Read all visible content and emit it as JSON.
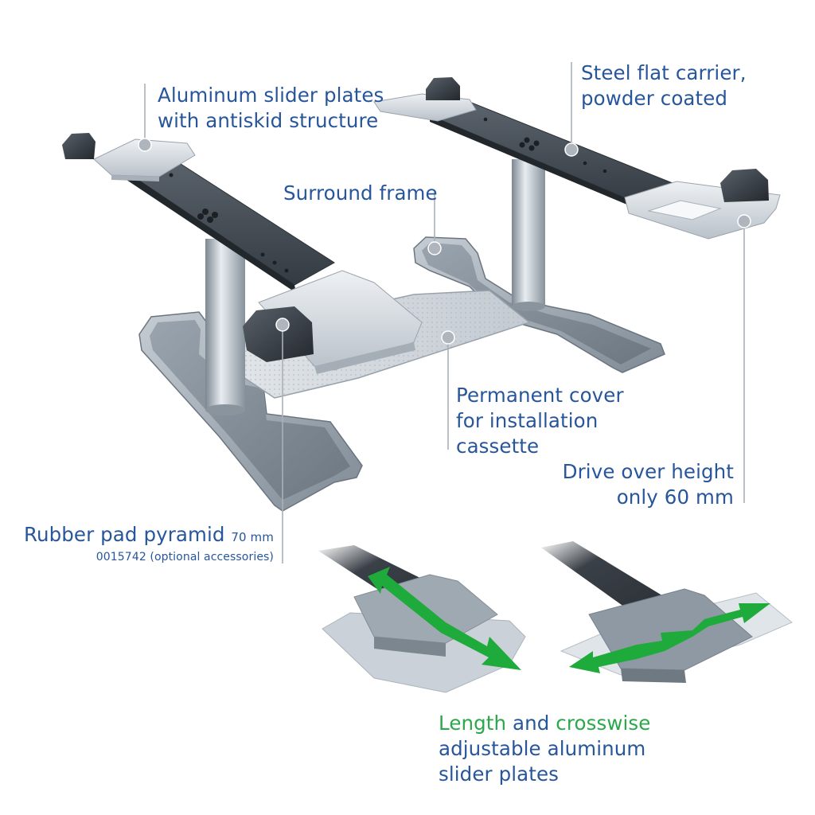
{
  "labels": {
    "slider_plates": [
      "Aluminum slider plates",
      "with antiskid structure"
    ],
    "steel_carrier": [
      "Steel flat carrier,",
      "powder coated"
    ],
    "surround_frame": "Surround frame",
    "permanent_cover": [
      "Permanent cover",
      "for installation",
      "cassette"
    ],
    "drive_over": [
      "Drive over height",
      "only 60 mm"
    ],
    "rubber_pad": {
      "title": "Rubber pad pyramid",
      "size": "70 mm",
      "part": "0015742 (optional accessories)"
    },
    "adjustable": {
      "word1": "Length",
      "word2": "and",
      "word3": "crosswise",
      "line2": "adjustable aluminum",
      "line3": "slider plates"
    }
  },
  "colors": {
    "label_blue": "#27569b",
    "highlight_green": "#2aa84a",
    "arrow_green": "#1faa3c",
    "steel_dark": "#3f4750",
    "aluminum": "#d7dde2",
    "tray_grey": "#8e98a2"
  },
  "icons": {
    "callout_dot": "grey-circle-marker",
    "adjust_arrow": "double-headed-arrow"
  }
}
